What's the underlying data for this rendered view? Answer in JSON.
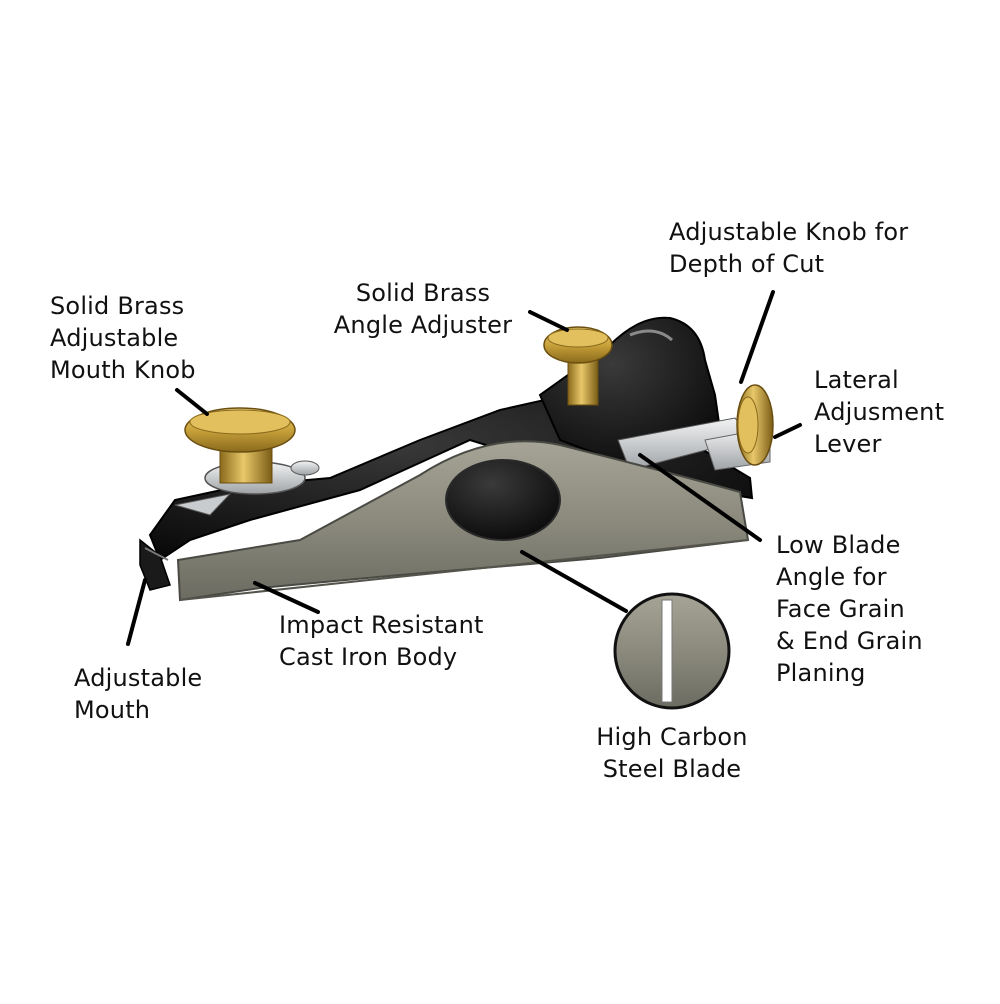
{
  "callouts": {
    "mouth_knob": [
      "Solid Brass",
      "Adjustable",
      "Mouth Knob"
    ],
    "angle_adjuster": [
      "Solid Brass",
      "Angle Adjuster"
    ],
    "depth_knob": [
      "Adjustable Knob for",
      "Depth of Cut"
    ],
    "lateral_lever": [
      "Lateral",
      "Adjusment",
      "Lever"
    ],
    "blade_angle": [
      "Low Blade",
      "Angle for",
      "Face Grain",
      "& End Grain",
      "Planing"
    ],
    "body": [
      "Impact Resistant",
      "Cast Iron Body"
    ],
    "mouth": [
      "Adjustable",
      "Mouth"
    ],
    "blade": [
      "High Carbon",
      "Steel Blade"
    ]
  },
  "colors": {
    "background": "#ffffff",
    "leader": "#000000",
    "cast_iron_black": "#111111",
    "machined_steel": "#8e8d80",
    "brass": "#c8a13a",
    "chrome": "#d6d8da"
  }
}
